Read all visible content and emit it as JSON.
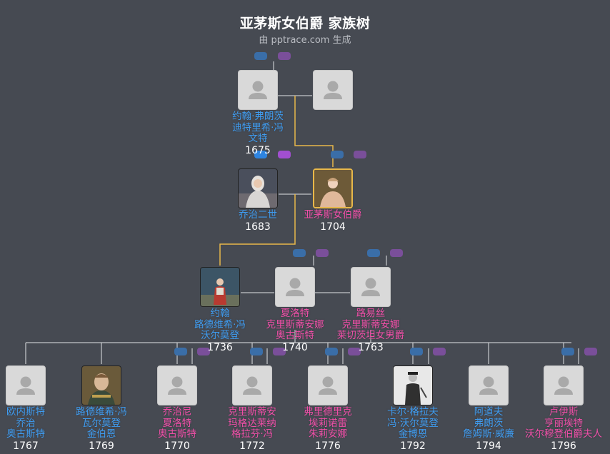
{
  "title": "亚茅斯女伯爵 家族树",
  "subtitle": "由 pptrace.com 生成",
  "colors": {
    "male": "#3f9cf0",
    "female": "#f04fa8",
    "highlight": "#e8b84a",
    "line": "#ffffff"
  },
  "people": {
    "p_father": {
      "name_lines": [
        "约翰·弗朗茨",
        "迪特里希·冯",
        "文特"
      ],
      "year": "1675",
      "gender": "m",
      "photo": "placeholder"
    },
    "p_mother_gp": {
      "name_lines": [],
      "year": "",
      "gender": "f",
      "photo": "placeholder"
    },
    "george2": {
      "name_lines": [
        "乔治二世"
      ],
      "year": "1683",
      "gender": "m",
      "photo": "portrait"
    },
    "countess": {
      "name_lines": [
        "亚茅斯女伯爵"
      ],
      "year": "1704",
      "gender": "f",
      "photo": "portrait"
    },
    "johann": {
      "name_lines": [
        "约翰",
        "路德维希·冯",
        "沃尔莫登"
      ],
      "year": "1736",
      "gender": "m",
      "photo": "portrait"
    },
    "charlotte": {
      "name_lines": [
        "夏洛特",
        "克里斯蒂安娜",
        "奥古斯特"
      ],
      "year": "1740",
      "gender": "f",
      "photo": "placeholder"
    },
    "louise": {
      "name_lines": [
        "路易丝",
        "克里斯蒂安娜",
        "莱切茨坦女男爵"
      ],
      "year": "1763",
      "gender": "f",
      "photo": "placeholder"
    },
    "c1": {
      "name_lines": [
        "欧内斯特",
        "乔治",
        "奥古斯特"
      ],
      "year": "1767",
      "gender": "m",
      "photo": "placeholder"
    },
    "c2": {
      "name_lines": [
        "路德维希·冯",
        "瓦尔莫登",
        "金伯恩"
      ],
      "year": "1769",
      "gender": "m",
      "photo": "portrait"
    },
    "c3": {
      "name_lines": [
        "乔治尼",
        "夏洛特",
        "奥古斯特"
      ],
      "year": "1770",
      "gender": "f",
      "photo": "placeholder"
    },
    "c4": {
      "name_lines": [
        "克里斯蒂安",
        "玛格达莱纳",
        "格拉芬·冯"
      ],
      "year": "1772",
      "gender": "f",
      "photo": "placeholder"
    },
    "c5": {
      "name_lines": [
        "弗里德里克",
        "埃莉诺雷",
        "朱莉安娜"
      ],
      "year": "1776",
      "gender": "f",
      "photo": "placeholder"
    },
    "c6": {
      "name_lines": [
        "卡尔·格拉夫",
        "冯·沃尔莫登",
        "金博恩"
      ],
      "year": "1792",
      "gender": "m",
      "photo": "portrait"
    },
    "c7": {
      "name_lines": [
        "阿道夫",
        "弗朗茨",
        "詹姆斯·威廉"
      ],
      "year": "1794",
      "gender": "m",
      "photo": "placeholder"
    },
    "c8": {
      "name_lines": [
        "卢伊斯",
        "亨丽埃特",
        "沃尔穆登伯爵夫人"
      ],
      "year": "1796",
      "gender": "f",
      "photo": "placeholder"
    }
  }
}
